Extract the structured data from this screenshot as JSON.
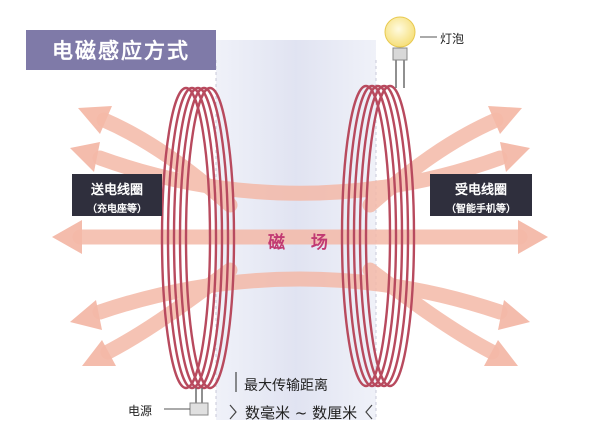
{
  "title": "电磁感应方式",
  "send_coil": {
    "line1": "送电线圈",
    "line2": "（充电座等）"
  },
  "receive_coil": {
    "line1": "受电线圈",
    "line2": "（智能手机等）"
  },
  "magnetic_field": "磁 场",
  "bulb": "灯泡",
  "power": "电源",
  "max_distance": "最大传输距离",
  "distance_range": "数毫米 ~ 数厘米",
  "colors": {
    "title_bg": "#7f7aa8",
    "label_bg": "#2f2f3d",
    "coil": "#b84a5e",
    "arrow": "#f4b9a8",
    "field_text": "#c13a72"
  }
}
